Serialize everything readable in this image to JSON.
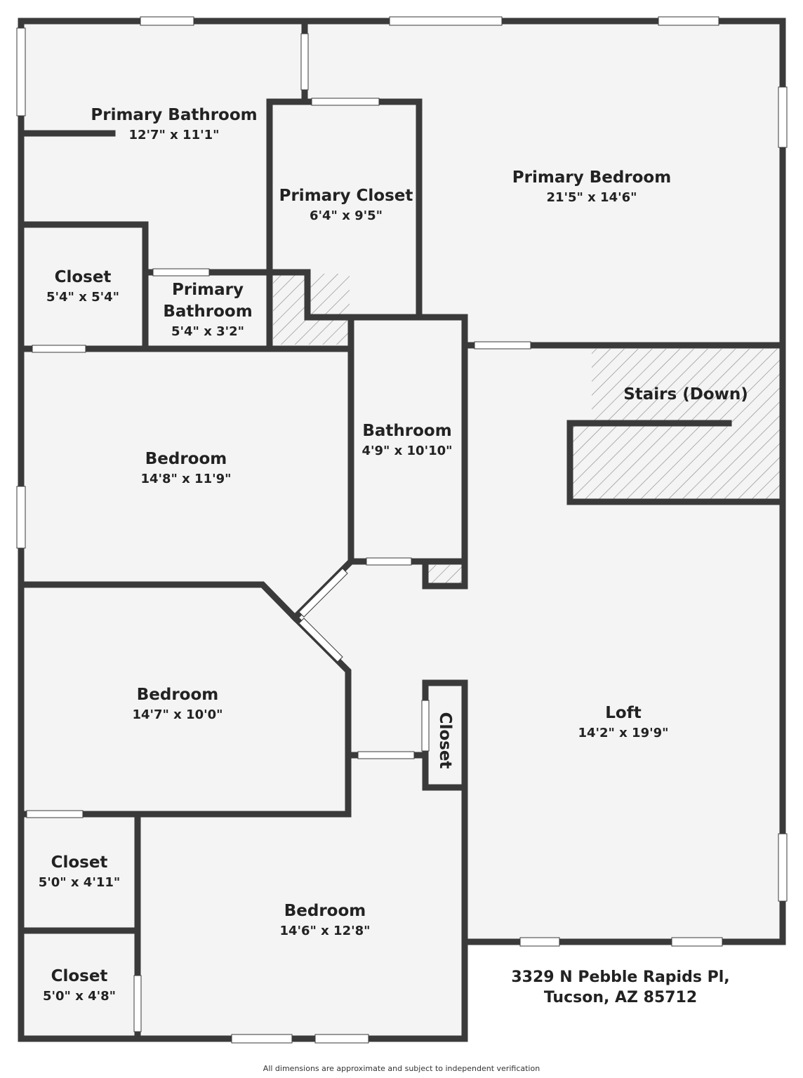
{
  "rooms": {
    "primary_bathroom": {
      "name": "Primary Bathroom",
      "dim": "12'7\" x 11'1\""
    },
    "primary_closet": {
      "name": "Primary Closet",
      "dim": "6'4\" x 9'5\""
    },
    "primary_bedroom": {
      "name": "Primary Bedroom",
      "dim": "21'5\" x 14'6\""
    },
    "closet_top": {
      "name": "Closet",
      "dim": "5'4\" x 5'4\""
    },
    "primary_bathroom_small": {
      "name1": "Primary",
      "name2": "Bathroom",
      "dim": "5'4\" x 3'2\""
    },
    "stairs": {
      "name": "Stairs (Down)"
    },
    "bathroom": {
      "name": "Bathroom",
      "dim": "4'9\" x 10'10\""
    },
    "bedroom_1": {
      "name": "Bedroom",
      "dim": "14'8\" x 11'9\""
    },
    "bedroom_2": {
      "name": "Bedroom",
      "dim": "14'7\" x 10'0\""
    },
    "loft": {
      "name": "Loft",
      "dim": "14'2\" x 19'9\""
    },
    "closet_loft": {
      "name": "Closet"
    },
    "closet_mid": {
      "name": "Closet",
      "dim": "5'0\" x 4'11\""
    },
    "closet_bottom": {
      "name": "Closet",
      "dim": "5'0\" x 4'8\""
    },
    "bedroom_3": {
      "name": "Bedroom",
      "dim": "14'6\" x 12'8\""
    }
  },
  "address": {
    "line1": "3329 N Pebble Rapids Pl,",
    "line2": "Tucson, AZ 85712"
  },
  "disclaimer": "All dimensions are approximate and subject to independent verification",
  "colors": {
    "wall": "#3a3a3a",
    "floor": "#f4f4f4",
    "hatch": "#8a8a8a"
  }
}
